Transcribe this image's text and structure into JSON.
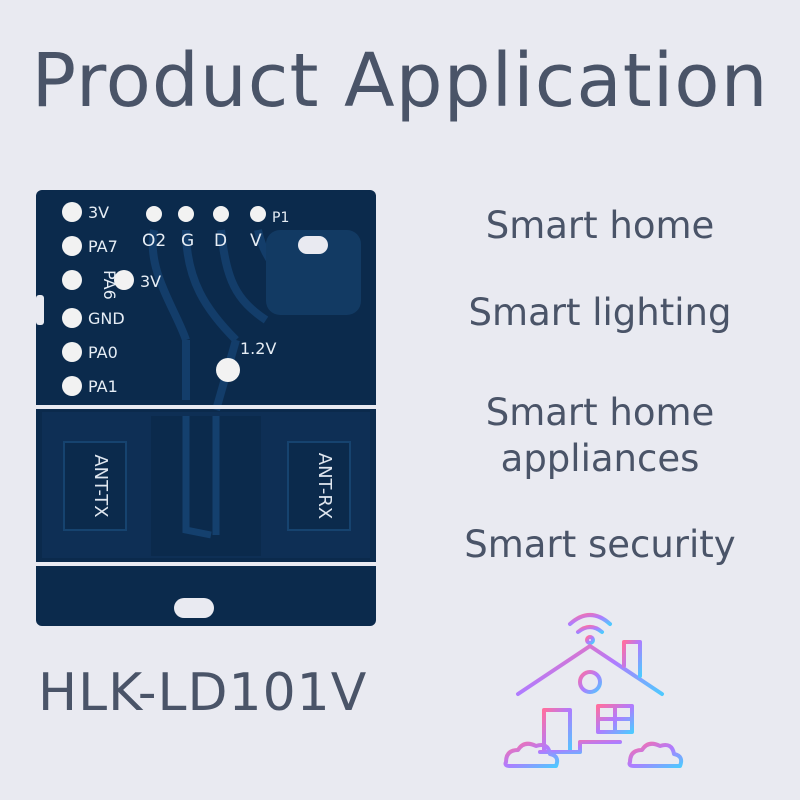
{
  "title": "Product Application",
  "applications": [
    {
      "text": "Smart home"
    },
    {
      "text": "Smart lighting"
    },
    {
      "text": "Smart home appliances"
    },
    {
      "text": "Smart security"
    }
  ],
  "model": "HLK-LD101V",
  "board": {
    "top_pins": [
      "O2",
      "G",
      "D",
      "V"
    ],
    "p1_label": "P1",
    "left_pins": [
      "3V",
      "PA7",
      "PA6",
      "GND",
      "PA0",
      "PA1"
    ],
    "inner_3v": "3V",
    "v12": "1.2V",
    "ant_tx": "ANT-TX",
    "ant_rx": "ANT-RX"
  },
  "colors": {
    "background": "#e9eaf1",
    "text": "#4a5468",
    "pcb": "#0b2a4c",
    "pcb_trace": "#123a63"
  },
  "icons": [
    "smart-home-house-icon",
    "wifi-signal-icon"
  ]
}
